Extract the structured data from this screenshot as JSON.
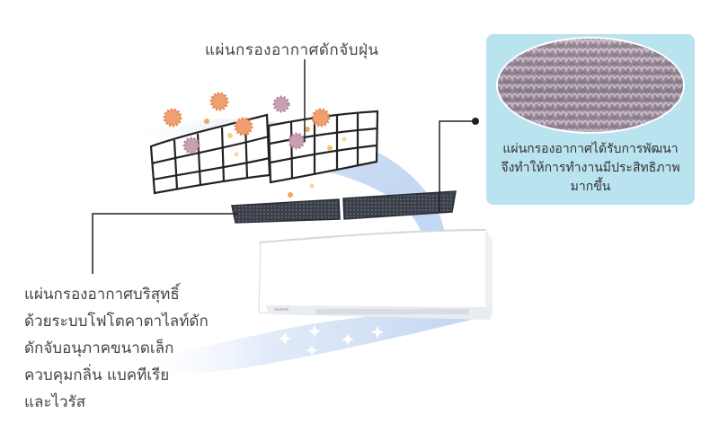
{
  "labels": {
    "dust_filter": "แผ่นกรองอากาศดักจับฝุ่น",
    "improved_filter_lines": [
      "แผ่นกรองอากาศได้รับการพัฒนา",
      "จึงทำให้การทำงานมีประสิทธิภาพ",
      "มากขึ้น"
    ],
    "photocatalytic_filter_lines": [
      "แผ่นกรองอากาศบริสุทธิ์",
      "ด้วยระบบโฟโตคาตาไลท์ดัก",
      "ดักจับอนุภาคขนาดเล็ก",
      "ควบคุมกลิ่น แบคทีเรีย",
      "และไวรัส"
    ]
  },
  "colors": {
    "airflow": "#cfe0f5",
    "card_background": "#b9e3ef",
    "dust_orange": "#f0a070",
    "dust_mauve": "#c9a0b2",
    "filter_grid": "#222222",
    "unit_body": "#ffffff"
  },
  "icons": [
    "dust-particle-icon",
    "sparkle-icon"
  ]
}
